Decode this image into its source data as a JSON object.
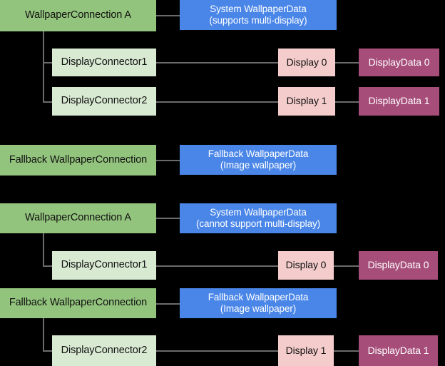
{
  "diagram": {
    "background_color": "#000000",
    "palette": {
      "wallpaper_connection": "#93c47d",
      "display_connector": "#d9ead3",
      "wallpaper_data": "#4a86e8",
      "display": "#f4cccc",
      "display_data": "#a64d79"
    },
    "sections": [
      {
        "name": "multi-display-supported",
        "nodes": [
          {
            "id": "n1",
            "label": "WallpaperConnection A",
            "type": "wallpaper-connection"
          },
          {
            "id": "n2",
            "label": "System WallpaperData\n(supports multi-display)",
            "type": "wallpaper-data"
          },
          {
            "id": "n3",
            "label": "DisplayConnector1",
            "type": "display-connector"
          },
          {
            "id": "n4",
            "label": "Display 0",
            "type": "display"
          },
          {
            "id": "n5",
            "label": "DisplayData 0",
            "type": "display-data"
          },
          {
            "id": "n6",
            "label": "DisplayConnector2",
            "type": "display-connector"
          },
          {
            "id": "n7",
            "label": "Display 1",
            "type": "display"
          },
          {
            "id": "n8",
            "label": "DisplayData 1",
            "type": "display-data"
          }
        ]
      },
      {
        "name": "fallback-image-wallpaper",
        "nodes": [
          {
            "id": "n9",
            "label": "Fallback WallpaperConnection",
            "type": "wallpaper-connection"
          },
          {
            "id": "n10",
            "label": "Fallback WallpaperData\n(Image wallpaper)",
            "type": "wallpaper-data"
          }
        ]
      },
      {
        "name": "multi-display-unsupported",
        "nodes": [
          {
            "id": "n11",
            "label": "WallpaperConnection A",
            "type": "wallpaper-connection"
          },
          {
            "id": "n12",
            "label": "System WallpaperData\n(cannot support multi-display)",
            "type": "wallpaper-data"
          },
          {
            "id": "n13",
            "label": "DisplayConnector1",
            "type": "display-connector"
          },
          {
            "id": "n14",
            "label": "Display 0",
            "type": "display"
          },
          {
            "id": "n15",
            "label": "DisplayData 0",
            "type": "display-data"
          },
          {
            "id": "n16",
            "label": "Fallback WallpaperConnection",
            "type": "wallpaper-connection"
          },
          {
            "id": "n17",
            "label": "Fallback WallpaperData\n(Image wallpaper)",
            "type": "wallpaper-data"
          },
          {
            "id": "n18",
            "label": "DisplayConnector2",
            "type": "display-connector"
          },
          {
            "id": "n19",
            "label": "Display 1",
            "type": "display"
          },
          {
            "id": "n20",
            "label": "DisplayData 1",
            "type": "display-data"
          }
        ]
      }
    ],
    "all_labels": {
      "n1": "WallpaperConnection A",
      "n2": "System WallpaperData\n(supports multi-display)",
      "n3": "DisplayConnector1",
      "n4": "Display 0",
      "n5": "DisplayData 0",
      "n6": "DisplayConnector2",
      "n7": "Display 1",
      "n8": "DisplayData 1",
      "n9": "Fallback WallpaperConnection",
      "n10": "Fallback WallpaperData\n(Image wallpaper)",
      "n11": "WallpaperConnection A",
      "n12": "System WallpaperData\n(cannot support multi-display)",
      "n13": "DisplayConnector1",
      "n14": "Display 0",
      "n15": "DisplayData 0",
      "n16": "Fallback WallpaperConnection",
      "n17": "Fallback WallpaperData\n(Image wallpaper)",
      "n18": "DisplayConnector2",
      "n19": "Display 1",
      "n20": "DisplayData 1"
    }
  }
}
